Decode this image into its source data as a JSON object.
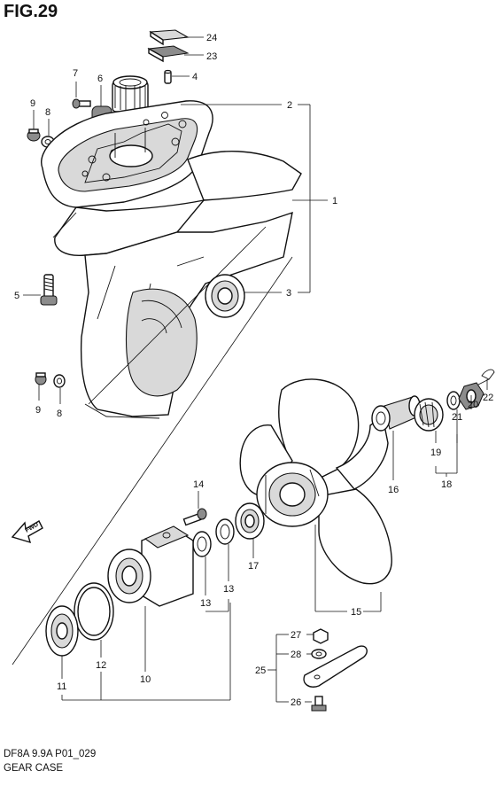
{
  "figure": {
    "title": "FIG.29",
    "code": "DF8A 9.9A P01_029",
    "name": "GEAR CASE",
    "direction_label": "FWD"
  },
  "callouts": [
    {
      "id": "c1",
      "number": "1"
    },
    {
      "id": "c2",
      "number": "2"
    },
    {
      "id": "c3",
      "number": "3"
    },
    {
      "id": "c4",
      "number": "4"
    },
    {
      "id": "c5",
      "number": "5"
    },
    {
      "id": "c6",
      "number": "6"
    },
    {
      "id": "c7",
      "number": "7"
    },
    {
      "id": "c8a",
      "number": "8"
    },
    {
      "id": "c8b",
      "number": "8"
    },
    {
      "id": "c9a",
      "number": "9"
    },
    {
      "id": "c9b",
      "number": "9"
    },
    {
      "id": "c10",
      "number": "10"
    },
    {
      "id": "c11",
      "number": "11"
    },
    {
      "id": "c12",
      "number": "12"
    },
    {
      "id": "c13a",
      "number": "13"
    },
    {
      "id": "c13b",
      "number": "13"
    },
    {
      "id": "c14",
      "number": "14"
    },
    {
      "id": "c15",
      "number": "15"
    },
    {
      "id": "c16",
      "number": "16"
    },
    {
      "id": "c17",
      "number": "17"
    },
    {
      "id": "c18",
      "number": "18"
    },
    {
      "id": "c19",
      "number": "19"
    },
    {
      "id": "c20",
      "number": "20"
    },
    {
      "id": "c21",
      "number": "21"
    },
    {
      "id": "c22",
      "number": "22"
    },
    {
      "id": "c23",
      "number": "23"
    },
    {
      "id": "c24",
      "number": "24"
    },
    {
      "id": "c25",
      "number": "25"
    },
    {
      "id": "c26",
      "number": "26"
    },
    {
      "id": "c27",
      "number": "27"
    },
    {
      "id": "c28",
      "number": "28"
    }
  ]
}
